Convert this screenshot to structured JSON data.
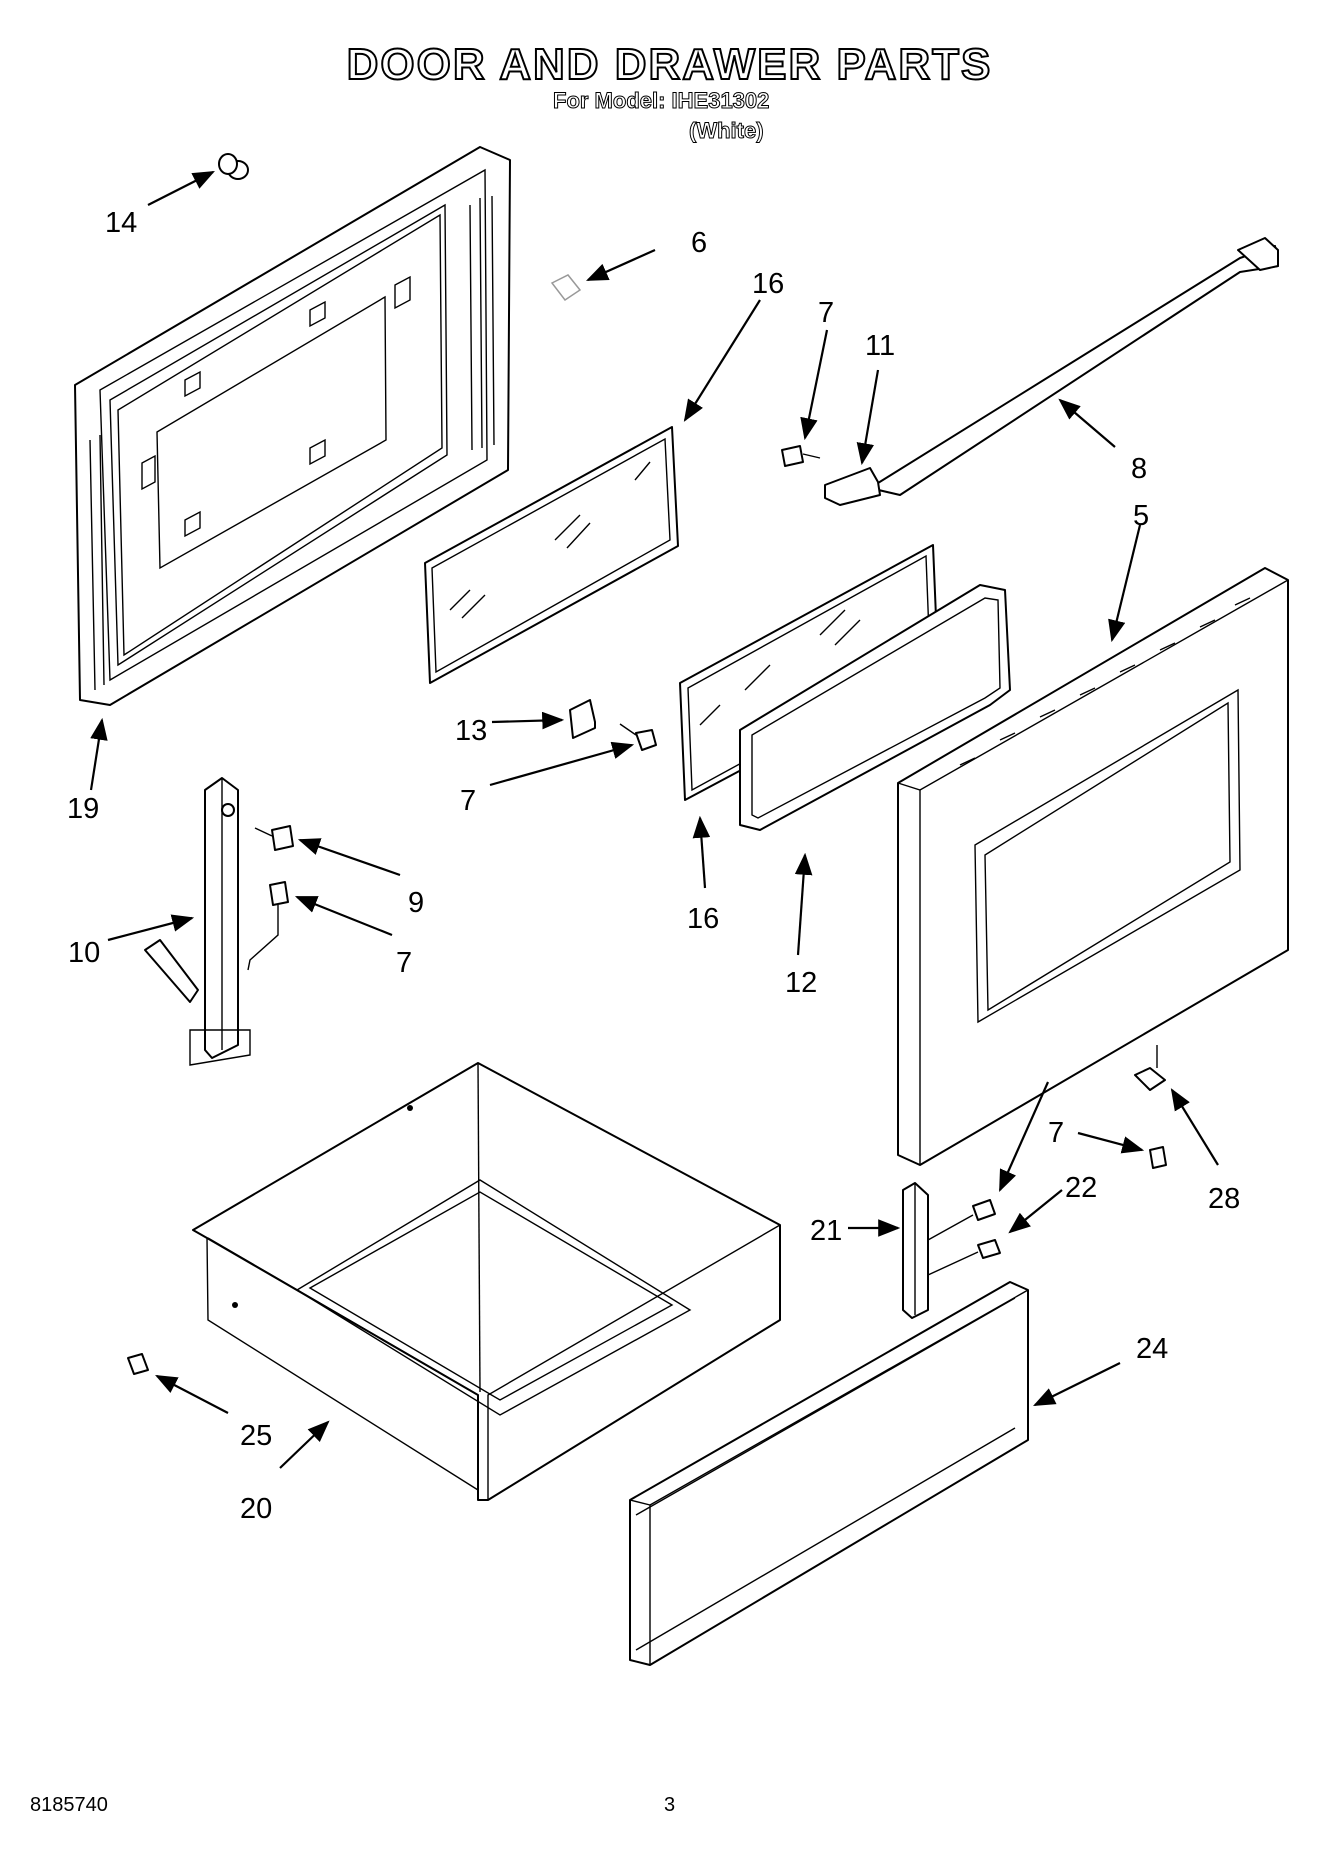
{
  "header": {
    "title": "DOOR AND DRAWER PARTS",
    "model_line": "For Model: IHE31302",
    "color_line": "(White)"
  },
  "footer": {
    "doc_number": "8185740",
    "page_number": "3"
  },
  "callouts": [
    {
      "id": "c14",
      "text": "14"
    },
    {
      "id": "c6",
      "text": "6"
    },
    {
      "id": "c16a",
      "text": "16"
    },
    {
      "id": "c7a",
      "text": "7"
    },
    {
      "id": "c11",
      "text": "11"
    },
    {
      "id": "c8",
      "text": "8"
    },
    {
      "id": "c5",
      "text": "5"
    },
    {
      "id": "c13",
      "text": "13"
    },
    {
      "id": "c7b",
      "text": "7"
    },
    {
      "id": "c19",
      "text": "19"
    },
    {
      "id": "c9",
      "text": "9"
    },
    {
      "id": "c10",
      "text": "10"
    },
    {
      "id": "c7c",
      "text": "7"
    },
    {
      "id": "c16b",
      "text": "16"
    },
    {
      "id": "c12",
      "text": "12"
    },
    {
      "id": "c7d",
      "text": "7"
    },
    {
      "id": "c28",
      "text": "28"
    },
    {
      "id": "c22",
      "text": "22"
    },
    {
      "id": "c21",
      "text": "21"
    },
    {
      "id": "c24",
      "text": "24"
    },
    {
      "id": "c25",
      "text": "25"
    },
    {
      "id": "c20",
      "text": "20"
    }
  ]
}
